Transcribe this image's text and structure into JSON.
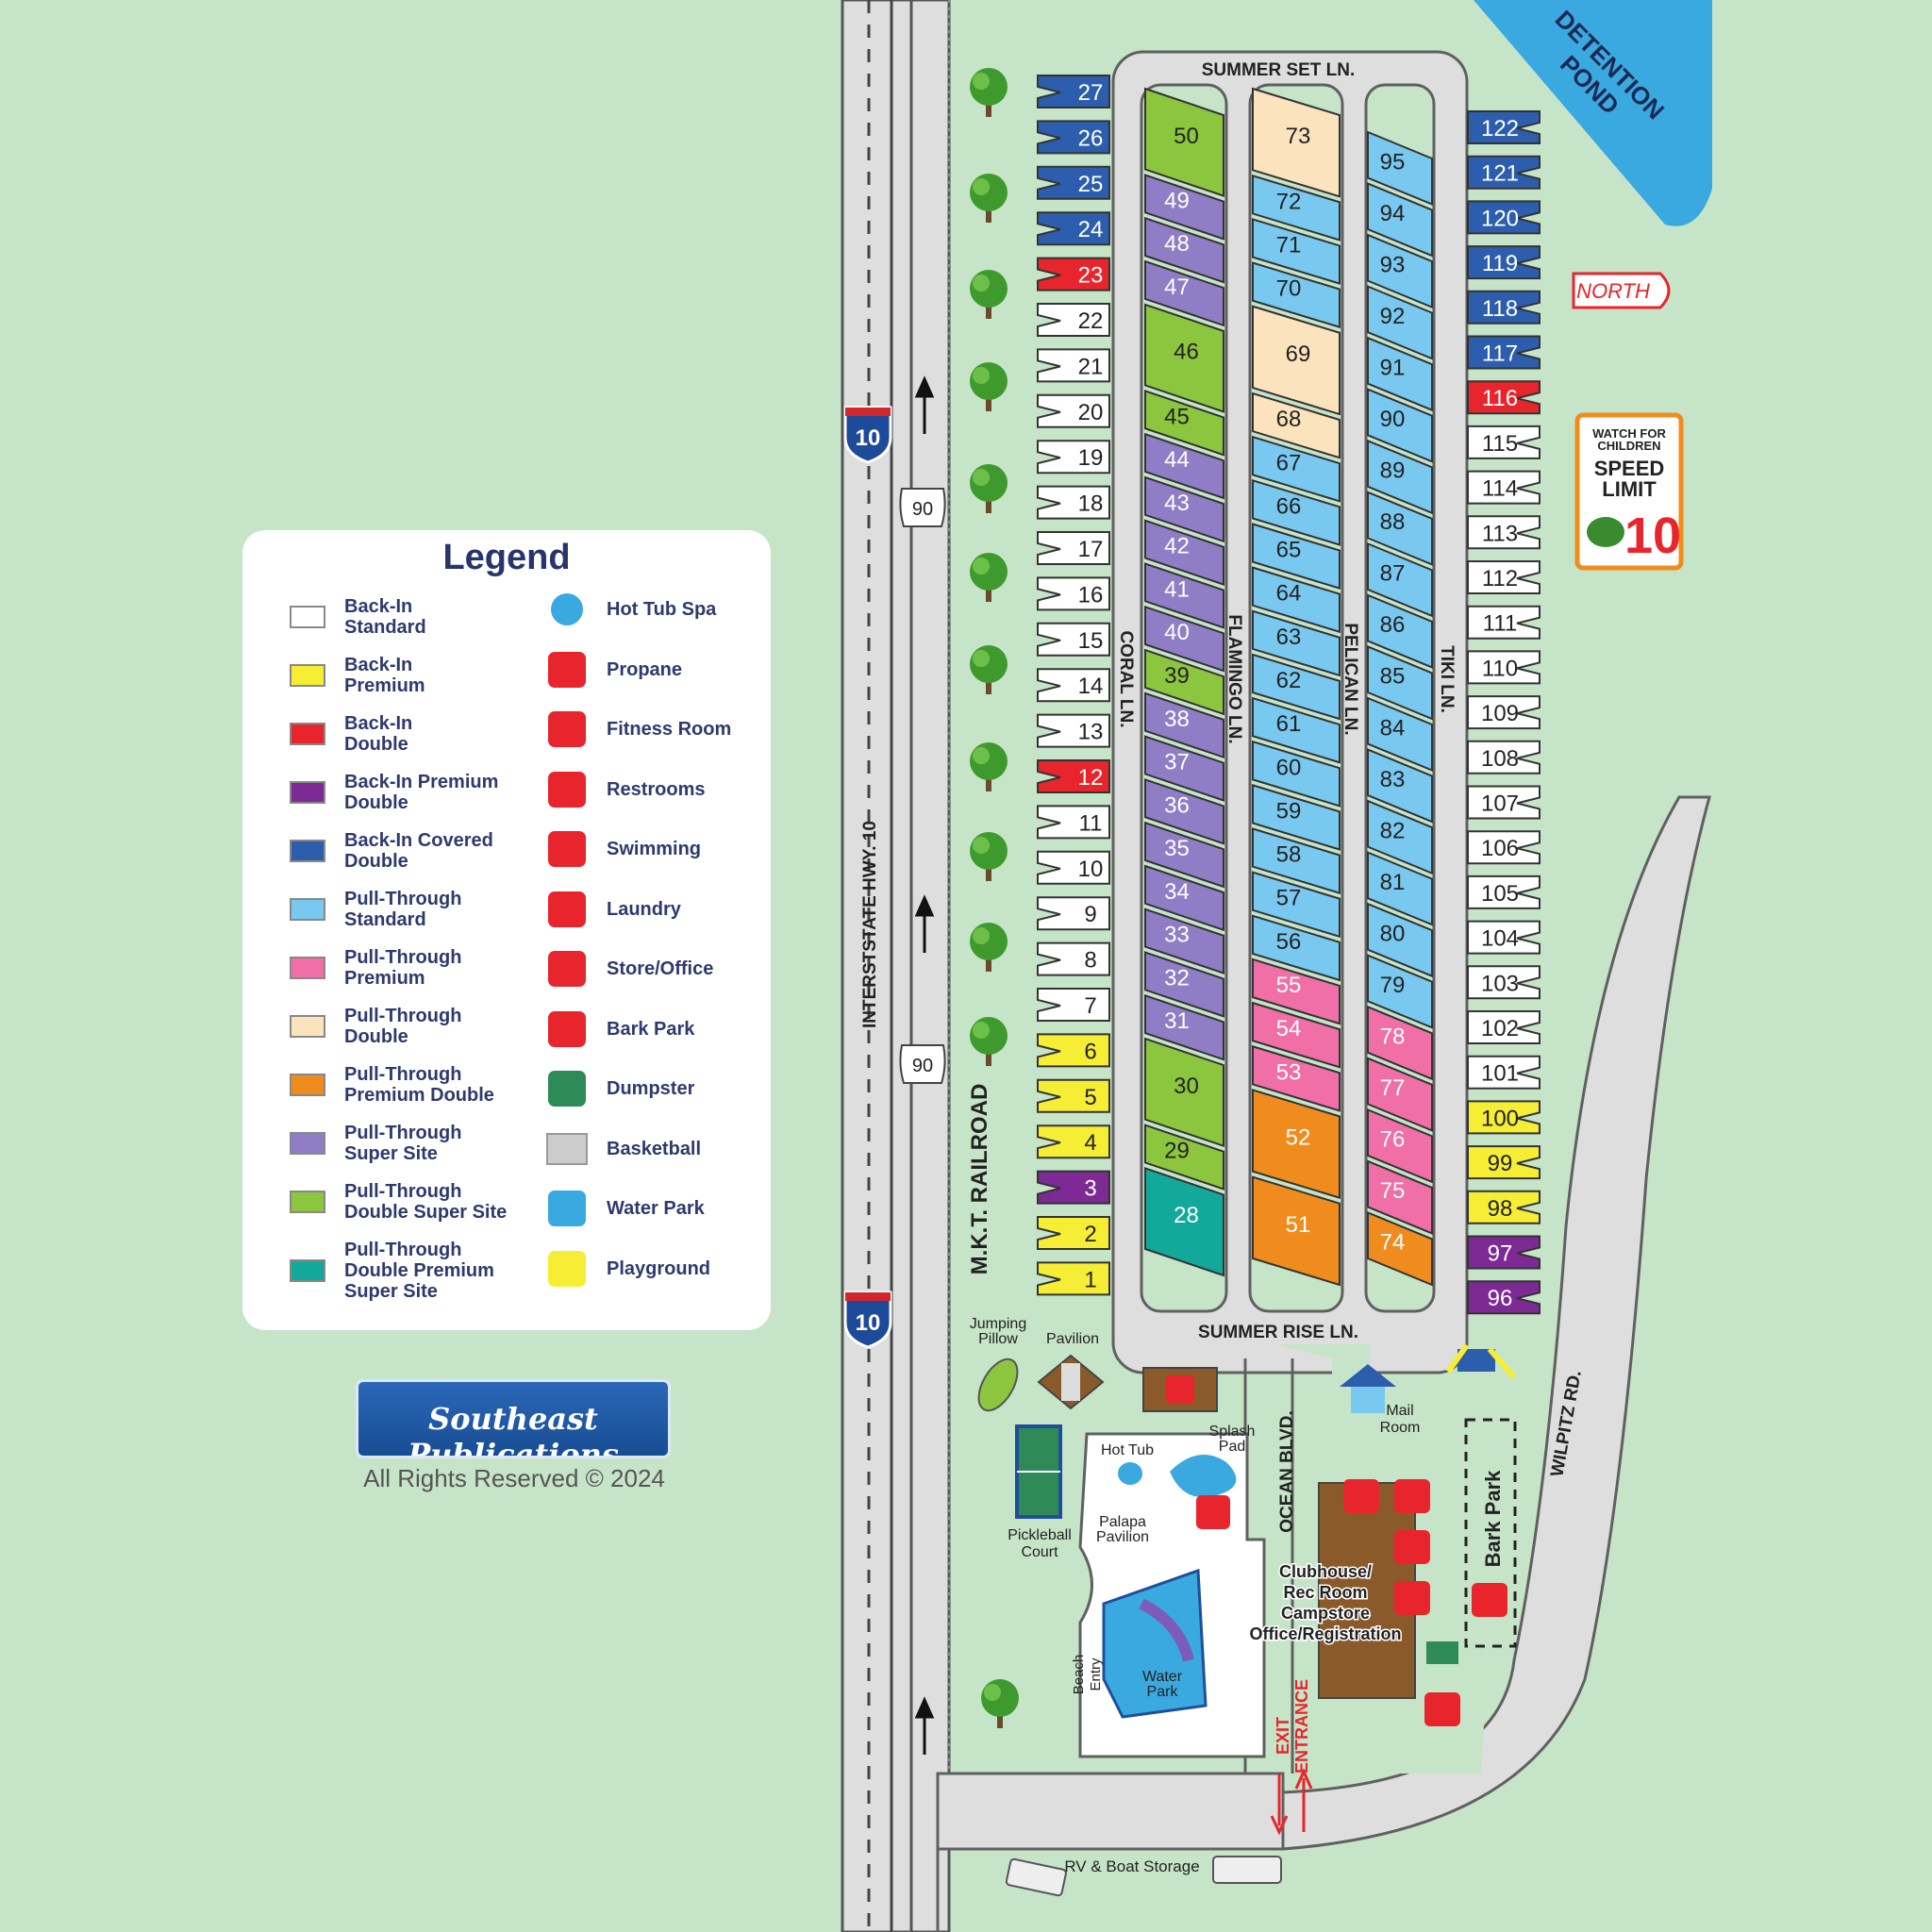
{
  "roads": {
    "highway": "INTERSTSTATE HWY. 10",
    "railroad": "M.K.T. RAILROAD",
    "interstate_shield": "10",
    "us_route": "90",
    "summer_set": "SUMMER SET LN.",
    "summer_rise": "SUMMER RISE LN.",
    "coral": "CORAL LN.",
    "flamingo": "FLAMINGO LN.",
    "pelican": "PELICAN LN.",
    "tiki": "TIKI LN.",
    "ocean": "OCEAN BLVD.",
    "wilpitz": "WILPITZ RD."
  },
  "labels": {
    "detention_pond": "DETENTION\nPOND",
    "north": "NORTH",
    "speed_sign": [
      "WATCH FOR",
      "CHILDREN",
      "SPEED",
      "LIMIT",
      "10"
    ],
    "jumping_pillow": "Jumping\nPillow",
    "pavilion": "Pavilion",
    "hot_tub": "Hot Tub",
    "splash_pad": "Splash\nPad",
    "mail_room": "Mail\nRoom",
    "pickleball": "Pickleball\nCourt",
    "palapa": "Palapa\nPavilion",
    "beach_entry": "Beach\nEntry",
    "water_park": "Water\nPark",
    "clubhouse": "Clubhouse/\nRec Room\nCampstore\nOffice/Registration",
    "bark_park": "Bark Park",
    "exit": "EXIT",
    "entrance": "ENTRANCE",
    "rv_storage": "RV & Boat Storage"
  },
  "colors": {
    "back_in_standard": "#ffffff",
    "back_in_premium": "#f5ee34",
    "back_in_double": "#e8252c",
    "back_in_premium_double": "#7d2a94",
    "back_in_covered_double": "#2d5eae",
    "pull_through_standard": "#79c8ef",
    "pull_through_premium": "#ef6fa6",
    "pull_through_double": "#fbe3bd",
    "pull_through_premium_double": "#f08c1e",
    "pull_through_super_site": "#8f7ec5",
    "pull_through_double_super_site": "#8cc63f",
    "pull_through_double_premium_super_site": "#12a99b"
  },
  "legend": {
    "title": "Legend",
    "site_types": [
      {
        "label": "Back-In\nStandard",
        "color": "#ffffff"
      },
      {
        "label": "Back-In\nPremium",
        "color": "#f5ee34"
      },
      {
        "label": "Back-In\nDouble",
        "color": "#e8252c"
      },
      {
        "label": "Back-In Premium\nDouble",
        "color": "#7d2a94"
      },
      {
        "label": "Back-In Covered\nDouble",
        "color": "#2d5eae"
      },
      {
        "label": "Pull-Through\nStandard",
        "color": "#79c8ef"
      },
      {
        "label": "Pull-Through\nPremium",
        "color": "#ef6fa6"
      },
      {
        "label": "Pull-Through\nDouble",
        "color": "#fbe3bd"
      },
      {
        "label": "Pull-Through\nPremium Double",
        "color": "#f08c1e"
      },
      {
        "label": "Pull-Through\nSuper Site",
        "color": "#8f7ec5"
      },
      {
        "label": "Pull-Through\nDouble Super Site",
        "color": "#8cc63f"
      },
      {
        "label": "Pull-Through\nDouble Premium\nSuper Site",
        "color": "#12a99b"
      }
    ],
    "amenities": [
      {
        "label": "Hot Tub Spa",
        "icon": "hot-tub-spa-icon"
      },
      {
        "label": "Propane",
        "icon": "propane-icon"
      },
      {
        "label": "Fitness Room",
        "icon": "fitness-room-icon"
      },
      {
        "label": "Restrooms",
        "icon": "restrooms-icon"
      },
      {
        "label": "Swimming",
        "icon": "swimming-icon"
      },
      {
        "label": "Laundry",
        "icon": "laundry-icon"
      },
      {
        "label": "Store/Office",
        "icon": "store-office-icon"
      },
      {
        "label": "Bark Park",
        "icon": "bark-park-icon"
      },
      {
        "label": "Dumpster",
        "icon": "dumpster-icon"
      },
      {
        "label": "Basketball",
        "icon": "basketball-icon"
      },
      {
        "label": "Water Park",
        "icon": "water-park-icon"
      },
      {
        "label": "Playground",
        "icon": "playground-icon"
      }
    ]
  },
  "sites": {
    "west_row": [
      {
        "n": "27",
        "type": "back_in_covered_double"
      },
      {
        "n": "26",
        "type": "back_in_covered_double"
      },
      {
        "n": "25",
        "type": "back_in_covered_double"
      },
      {
        "n": "24",
        "type": "back_in_covered_double"
      },
      {
        "n": "23",
        "type": "back_in_double"
      },
      {
        "n": "22",
        "type": "back_in_standard"
      },
      {
        "n": "21",
        "type": "back_in_standard"
      },
      {
        "n": "20",
        "type": "back_in_standard"
      },
      {
        "n": "19",
        "type": "back_in_standard"
      },
      {
        "n": "18",
        "type": "back_in_standard"
      },
      {
        "n": "17",
        "type": "back_in_standard"
      },
      {
        "n": "16",
        "type": "back_in_standard"
      },
      {
        "n": "15",
        "type": "back_in_standard"
      },
      {
        "n": "14",
        "type": "back_in_standard"
      },
      {
        "n": "13",
        "type": "back_in_standard"
      },
      {
        "n": "12",
        "type": "back_in_double"
      },
      {
        "n": "11",
        "type": "back_in_standard"
      },
      {
        "n": "10",
        "type": "back_in_standard"
      },
      {
        "n": "9",
        "type": "back_in_standard"
      },
      {
        "n": "8",
        "type": "back_in_standard"
      },
      {
        "n": "7",
        "type": "back_in_standard"
      },
      {
        "n": "6",
        "type": "back_in_premium"
      },
      {
        "n": "5",
        "type": "back_in_premium"
      },
      {
        "n": "4",
        "type": "back_in_premium"
      },
      {
        "n": "3",
        "type": "back_in_premium_double"
      },
      {
        "n": "2",
        "type": "back_in_premium"
      },
      {
        "n": "1",
        "type": "back_in_premium"
      }
    ],
    "coral_row": [
      {
        "n": "50",
        "type": "pull_through_double_super_site",
        "size": 2
      },
      {
        "n": "49",
        "type": "pull_through_super_site",
        "size": 1
      },
      {
        "n": "48",
        "type": "pull_through_super_site",
        "size": 1
      },
      {
        "n": "47",
        "type": "pull_through_super_site",
        "size": 1
      },
      {
        "n": "46",
        "type": "pull_through_double_super_site",
        "size": 2
      },
      {
        "n": "45",
        "type": "pull_through_double_super_site",
        "size": 1
      },
      {
        "n": "44",
        "type": "pull_through_super_site",
        "size": 1
      },
      {
        "n": "43",
        "type": "pull_through_super_site",
        "size": 1
      },
      {
        "n": "42",
        "type": "pull_through_super_site",
        "size": 1
      },
      {
        "n": "41",
        "type": "pull_through_super_site",
        "size": 1
      },
      {
        "n": "40",
        "type": "pull_through_super_site",
        "size": 1
      },
      {
        "n": "39",
        "type": "pull_through_double_super_site",
        "size": 1
      },
      {
        "n": "38",
        "type": "pull_through_super_site",
        "size": 1
      },
      {
        "n": "37",
        "type": "pull_through_super_site",
        "size": 1
      },
      {
        "n": "36",
        "type": "pull_through_super_site",
        "size": 1
      },
      {
        "n": "35",
        "type": "pull_through_super_site",
        "size": 1
      },
      {
        "n": "34",
        "type": "pull_through_super_site",
        "size": 1
      },
      {
        "n": "33",
        "type": "pull_through_super_site",
        "size": 1
      },
      {
        "n": "32",
        "type": "pull_through_super_site",
        "size": 1
      },
      {
        "n": "31",
        "type": "pull_through_super_site",
        "size": 1
      },
      {
        "n": "30",
        "type": "pull_through_double_super_site",
        "size": 2
      },
      {
        "n": "29",
        "type": "pull_through_double_super_site",
        "size": 1
      },
      {
        "n": "28",
        "type": "pull_through_double_premium_super_site",
        "size": 2
      }
    ],
    "flamingo_row": [
      {
        "n": "73",
        "type": "pull_through_double",
        "size": 2
      },
      {
        "n": "72",
        "type": "pull_through_standard",
        "size": 1
      },
      {
        "n": "71",
        "type": "pull_through_standard",
        "size": 1
      },
      {
        "n": "70",
        "type": "pull_through_standard",
        "size": 1
      },
      {
        "n": "69",
        "type": "pull_through_double",
        "size": 2
      },
      {
        "n": "68",
        "type": "pull_through_double",
        "size": 1
      },
      {
        "n": "67",
        "type": "pull_through_standard",
        "size": 1
      },
      {
        "n": "66",
        "type": "pull_through_standard",
        "size": 1
      },
      {
        "n": "65",
        "type": "pull_through_standard",
        "size": 1
      },
      {
        "n": "64",
        "type": "pull_through_standard",
        "size": 1
      },
      {
        "n": "63",
        "type": "pull_through_standard",
        "size": 1
      },
      {
        "n": "62",
        "type": "pull_through_standard",
        "size": 1
      },
      {
        "n": "61",
        "type": "pull_through_standard",
        "size": 1
      },
      {
        "n": "60",
        "type": "pull_through_standard",
        "size": 1
      },
      {
        "n": "59",
        "type": "pull_through_standard",
        "size": 1
      },
      {
        "n": "58",
        "type": "pull_through_standard",
        "size": 1
      },
      {
        "n": "57",
        "type": "pull_through_standard",
        "size": 1
      },
      {
        "n": "56",
        "type": "pull_through_standard",
        "size": 1
      },
      {
        "n": "55",
        "type": "pull_through_premium",
        "size": 1
      },
      {
        "n": "54",
        "type": "pull_through_premium",
        "size": 1
      },
      {
        "n": "53",
        "type": "pull_through_premium",
        "size": 1
      },
      {
        "n": "52",
        "type": "pull_through_premium_double",
        "size": 2
      },
      {
        "n": "51",
        "type": "pull_through_premium_double",
        "size": 2
      }
    ],
    "pelican_row": [
      {
        "n": "95",
        "type": "pull_through_standard"
      },
      {
        "n": "94",
        "type": "pull_through_standard"
      },
      {
        "n": "93",
        "type": "pull_through_standard"
      },
      {
        "n": "92",
        "type": "pull_through_standard"
      },
      {
        "n": "91",
        "type": "pull_through_standard"
      },
      {
        "n": "90",
        "type": "pull_through_standard"
      },
      {
        "n": "89",
        "type": "pull_through_standard"
      },
      {
        "n": "88",
        "type": "pull_through_standard"
      },
      {
        "n": "87",
        "type": "pull_through_standard"
      },
      {
        "n": "86",
        "type": "pull_through_standard"
      },
      {
        "n": "85",
        "type": "pull_through_standard"
      },
      {
        "n": "84",
        "type": "pull_through_standard"
      },
      {
        "n": "83",
        "type": "pull_through_standard"
      },
      {
        "n": "82",
        "type": "pull_through_standard"
      },
      {
        "n": "81",
        "type": "pull_through_standard"
      },
      {
        "n": "80",
        "type": "pull_through_standard"
      },
      {
        "n": "79",
        "type": "pull_through_standard"
      },
      {
        "n": "78",
        "type": "pull_through_premium"
      },
      {
        "n": "77",
        "type": "pull_through_premium"
      },
      {
        "n": "76",
        "type": "pull_through_premium"
      },
      {
        "n": "75",
        "type": "pull_through_premium"
      },
      {
        "n": "74",
        "type": "pull_through_premium_double"
      }
    ],
    "east_row": [
      {
        "n": "122",
        "type": "back_in_covered_double"
      },
      {
        "n": "121",
        "type": "back_in_covered_double"
      },
      {
        "n": "120",
        "type": "back_in_covered_double"
      },
      {
        "n": "119",
        "type": "back_in_covered_double"
      },
      {
        "n": "118",
        "type": "back_in_covered_double"
      },
      {
        "n": "117",
        "type": "back_in_covered_double"
      },
      {
        "n": "116",
        "type": "back_in_double"
      },
      {
        "n": "115",
        "type": "back_in_standard"
      },
      {
        "n": "114",
        "type": "back_in_standard"
      },
      {
        "n": "113",
        "type": "back_in_standard"
      },
      {
        "n": "112",
        "type": "back_in_standard"
      },
      {
        "n": "111",
        "type": "back_in_standard"
      },
      {
        "n": "110",
        "type": "back_in_standard"
      },
      {
        "n": "109",
        "type": "back_in_standard"
      },
      {
        "n": "108",
        "type": "back_in_standard"
      },
      {
        "n": "107",
        "type": "back_in_standard"
      },
      {
        "n": "106",
        "type": "back_in_standard"
      },
      {
        "n": "105",
        "type": "back_in_standard"
      },
      {
        "n": "104",
        "type": "back_in_standard"
      },
      {
        "n": "103",
        "type": "back_in_standard"
      },
      {
        "n": "102",
        "type": "back_in_standard"
      },
      {
        "n": "101",
        "type": "back_in_standard"
      },
      {
        "n": "100",
        "type": "back_in_premium"
      },
      {
        "n": "99",
        "type": "back_in_premium"
      },
      {
        "n": "98",
        "type": "back_in_premium"
      },
      {
        "n": "97",
        "type": "back_in_premium_double"
      },
      {
        "n": "96",
        "type": "back_in_premium_double"
      }
    ]
  },
  "publisher": {
    "logo": "Southeast Publications",
    "rights": "All Rights Reserved © 2024"
  }
}
